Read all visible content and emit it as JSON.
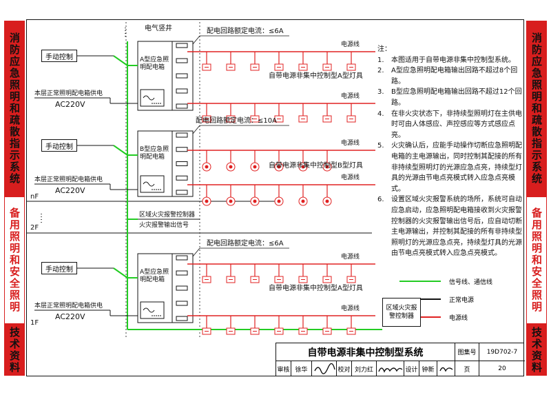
{
  "sidebar_left": [
    {
      "text": "消防应急照明和疏散指示系统",
      "style": "red"
    },
    {
      "text": "备用照明和安全照明",
      "style": "white"
    },
    {
      "text": "技术资料",
      "style": "red"
    }
  ],
  "sidebar_right": [
    {
      "text": "消防应急照明和疏散指示系统",
      "style": "red"
    },
    {
      "text": "备用照明和安全照明",
      "style": "white"
    },
    {
      "text": "技术资料",
      "style": "red"
    }
  ],
  "diagram": {
    "shaft_label": "电气竖井",
    "floors": [
      {
        "floor_label": "",
        "manual_label": "手动控制",
        "supply_label": "本层正常照明配电箱供电",
        "voltage_label": "AC220V",
        "panel_label": "A型应急照明配电箱",
        "rated_current_label": "配电回路额定电流：≤6A",
        "power_line_label_1": "电源线",
        "power_line_label_2": "电源线",
        "fixture_label": "自带电源非集中控制型A型灯具"
      },
      {
        "floor_label": "nF",
        "manual_label": "手动控制",
        "supply_label": "本层正常照明配电箱供电",
        "voltage_label": "AC220V",
        "panel_label": "B型应急照明配电箱",
        "rated_current_label": "配电回路额定电流：≤10A",
        "power_line_label_1": "电源线",
        "power_line_label_2": "电源线",
        "fixture_label": "自带电源非集中控制型B型灯具"
      },
      {
        "floor_label": "1F",
        "manual_label": "手动控制",
        "supply_label": "本层正常照明配电箱供电",
        "voltage_label": "AC220V",
        "panel_label": "A型应急照明配电箱",
        "rated_current_label": "配电回路额定电流：≤6A",
        "power_line_label_1": "电源线",
        "power_line_label_2": "电源线",
        "fixture_label": "自带电源非集中控制型A型灯具"
      }
    ],
    "floor_2f_label": "2F",
    "alarm_controller_label": "区域火灾报警控制器",
    "alarm_output_label": "火灾报警输出信号",
    "alarm_box_label": "区域火灾报警控制器"
  },
  "notes": {
    "title": "注：",
    "items": [
      {
        "num": "1.",
        "text": "本图适用于自带电源非集中控制型系统。"
      },
      {
        "num": "2.",
        "text": "A型应急照明配电箱输出回路不超过8个回路。"
      },
      {
        "num": "3.",
        "text": "B型应急照明配电箱输出回路不超过12个回路。"
      },
      {
        "num": "4.",
        "text": "在非火灾状态下，非持续型照明灯在主供电时可由人体感应、声控感应等方式感应点亮。"
      },
      {
        "num": "5.",
        "text": "火灾确认后，应能手动操作切断应急照明配电箱的主电源输出，同时控制其配接的所有非持续型照明灯的光源应急点亮，持续型灯具的光源由节电点亮模式转入应急点亮模式。"
      },
      {
        "num": "6.",
        "text": "设置区域火灾报警系统的场所，系统可自动应急启动，应急照明配电箱接收到火灾报警控制器的火灾报警输出信号后，应自动切断主电源输出，并控制其配接的所有非持续型照明灯的光源应急点亮，持续型灯具的光源由节电点亮模式转入应急点亮模式。"
      }
    ]
  },
  "legend": [
    {
      "label": "信号线、通信线",
      "color": "#22cc22"
    },
    {
      "label": "正常电源",
      "color": "#111111"
    },
    {
      "label": "电源线",
      "color": "#e02020"
    }
  ],
  "title_block": {
    "title": "自带电源非集中控制型系统",
    "atlas_label": "图集号",
    "atlas_no": "19D702-7",
    "review_label": "审核",
    "reviewer": "徐华",
    "check_label": "校对",
    "checker": "刘力红",
    "design_label": "设计",
    "designer": "钟新",
    "page_label": "页",
    "page_no": "20"
  },
  "colors": {
    "red": "#e02020",
    "green": "#22cc22",
    "black": "#111111",
    "band_red": "#d81e1e"
  }
}
